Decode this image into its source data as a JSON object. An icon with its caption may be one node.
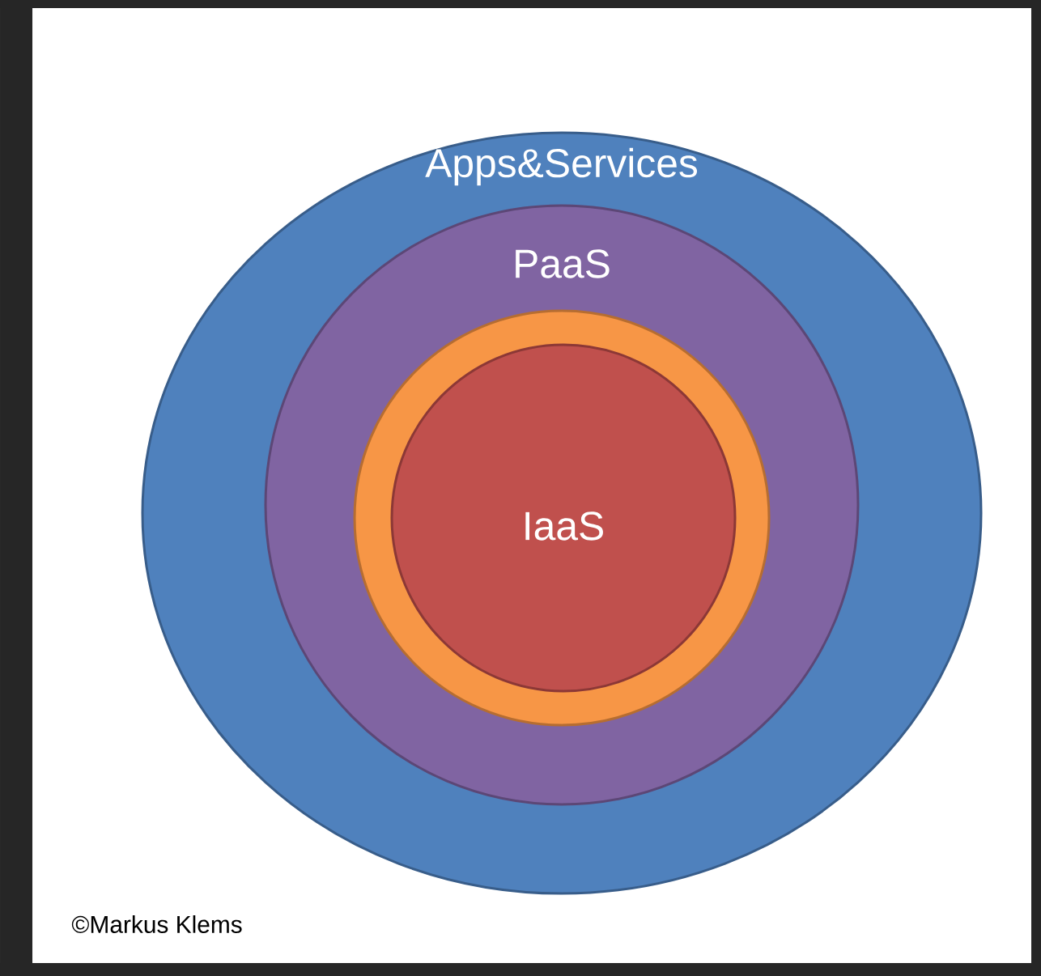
{
  "diagram": {
    "nodes": [
      {
        "text": [
          "Apps&Services"
        ]
      },
      {
        "text": [
          "PaaS"
        ],
        "in": 0
      },
      {
        "text": [],
        "shape": "circle",
        "in": 1
      },
      {
        "text": [
          "IaaS"
        ],
        "in": 2
      }
    ],
    "labels": [
      "©Markus Klems"
    ]
  }
}
